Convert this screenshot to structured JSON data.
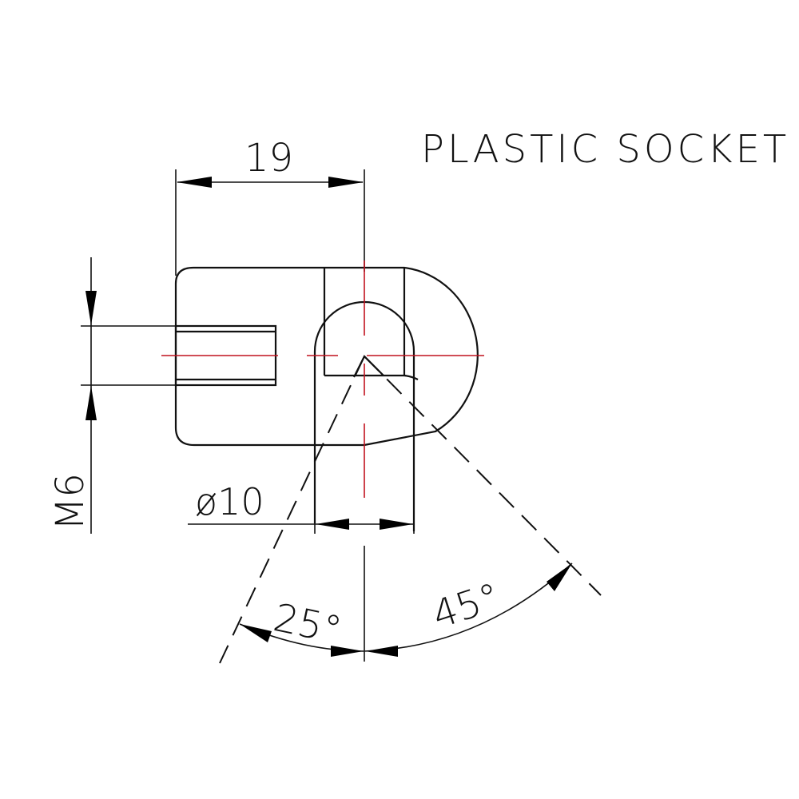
{
  "title": "PLASTIC SOCKET",
  "dimensions": {
    "length": "19",
    "thread": "M6",
    "diameter": "ø10",
    "angle_left": "25°",
    "angle_right": "45°"
  },
  "colors": {
    "outline": "#111111",
    "centerline": "#c1121f",
    "background": "#ffffff"
  }
}
